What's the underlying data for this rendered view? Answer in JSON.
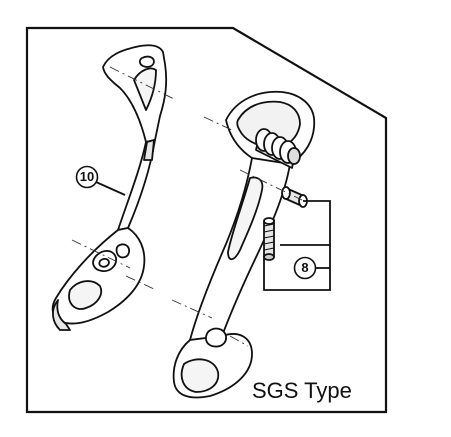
{
  "diagram": {
    "caption": "SGS Type",
    "callouts": [
      {
        "id": "part-10",
        "label": "10"
      },
      {
        "id": "part-8",
        "label": "8"
      }
    ]
  }
}
